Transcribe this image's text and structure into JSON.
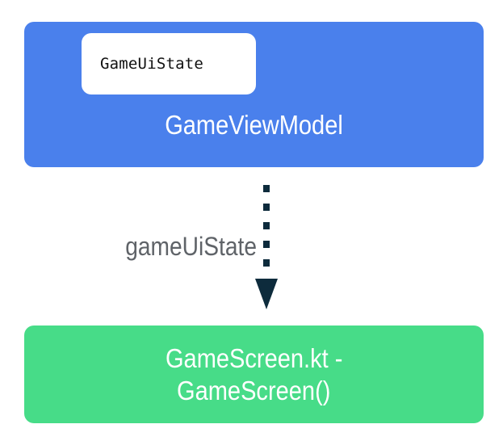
{
  "colors": {
    "viewmodel_fill": "#4a80ec",
    "screen_fill": "#47dc88",
    "arrow": "#0d2b3c",
    "label_text": "#5f6368"
  },
  "viewmodel": {
    "state_chip": "GameUiState",
    "title": "GameViewModel"
  },
  "connector": {
    "label": "gameUiState",
    "style": "dotted-arrow-down"
  },
  "screen": {
    "line1": "GameScreen.kt -",
    "line2": "GameScreen()"
  }
}
